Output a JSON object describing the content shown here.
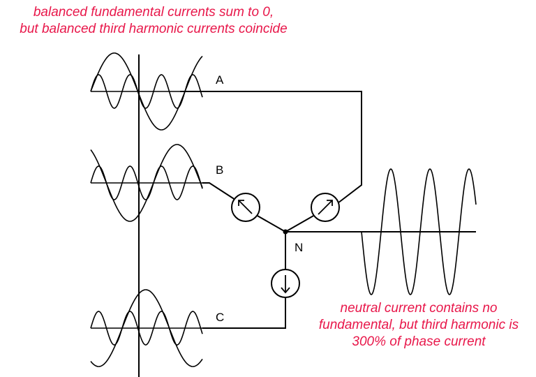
{
  "captions": {
    "top_line1": "balanced fundamental currents sum to 0,",
    "top_line2": "but balanced third harmonic currents coincide",
    "bottom_line1": "neutral current contains no",
    "bottom_line2": "fundamental, but third harmonic is",
    "bottom_line3": "300% of phase current"
  },
  "labels": {
    "phase_a": "A",
    "phase_b": "B",
    "phase_c": "C",
    "neutral": "N"
  },
  "colors": {
    "caption": "#e8174a",
    "lines": "#000000"
  }
}
